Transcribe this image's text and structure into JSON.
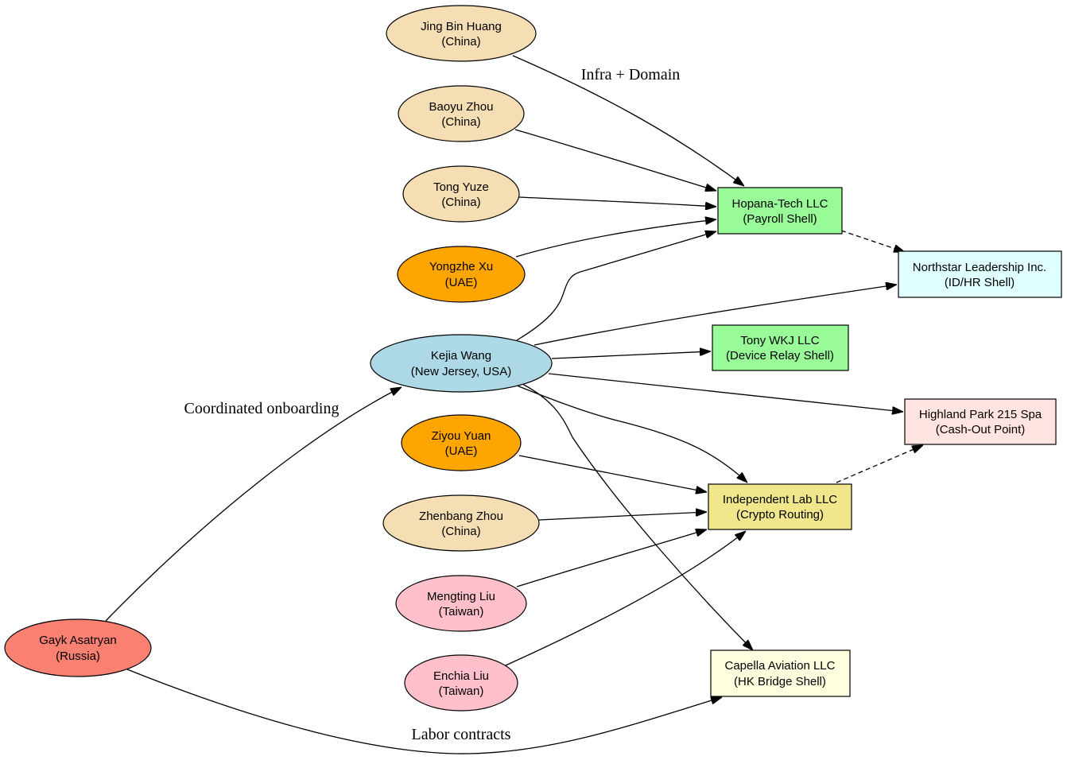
{
  "nodes": {
    "jing": {
      "line1": "Jing Bin Huang",
      "line2": "(China)",
      "fill": "#f5deb3"
    },
    "baoyu": {
      "line1": "Baoyu Zhou",
      "line2": "(China)",
      "fill": "#f5deb3"
    },
    "tong": {
      "line1": "Tong Yuze",
      "line2": "(China)",
      "fill": "#f5deb3"
    },
    "yongzhe": {
      "line1": "Yongzhe Xu",
      "line2": "(UAE)",
      "fill": "#ffa500"
    },
    "kejia": {
      "line1": "Kejia Wang",
      "line2": "(New Jersey, USA)",
      "fill": "#add8e6"
    },
    "ziyou": {
      "line1": "Ziyou Yuan",
      "line2": "(UAE)",
      "fill": "#ffa500"
    },
    "zhenbang": {
      "line1": "Zhenbang Zhou",
      "line2": "(China)",
      "fill": "#f5deb3"
    },
    "mengting": {
      "line1": "Mengting Liu",
      "line2": "(Taiwan)",
      "fill": "#ffc0cb"
    },
    "enchia": {
      "line1": "Enchia Liu",
      "line2": "(Taiwan)",
      "fill": "#ffc0cb"
    },
    "gayk": {
      "line1": "Gayk Asatryan",
      "line2": "(Russia)",
      "fill": "#fa8072"
    },
    "hopana": {
      "line1": "Hopana-Tech LLC",
      "line2": "(Payroll Shell)",
      "fill": "#98fb98"
    },
    "northstar": {
      "line1": "Northstar Leadership Inc.",
      "line2": "(ID/HR Shell)",
      "fill": "#e0ffff"
    },
    "tonywkj": {
      "line1": "Tony WKJ LLC",
      "line2": "(Device Relay Shell)",
      "fill": "#98fb98"
    },
    "highland": {
      "line1": "Highland Park 215 Spa",
      "line2": "(Cash-Out Point)",
      "fill": "#ffe4e1"
    },
    "indlab": {
      "line1": "Independent Lab LLC",
      "line2": "(Crypto Routing)",
      "fill": "#f0e68c"
    },
    "capella": {
      "line1": "Capella Aviation LLC",
      "line2": "(HK Bridge Shell)",
      "fill": "#ffffe0"
    }
  },
  "edges": [
    {
      "id": "jing-hopana",
      "from": "jing",
      "to": "hopana",
      "style": "solid",
      "label": "Infra + Domain"
    },
    {
      "id": "baoyu-hopana",
      "from": "baoyu",
      "to": "hopana",
      "style": "solid",
      "label": ""
    },
    {
      "id": "tong-hopana",
      "from": "tong",
      "to": "hopana",
      "style": "solid",
      "label": ""
    },
    {
      "id": "yongzhe-hopana",
      "from": "yongzhe",
      "to": "hopana",
      "style": "solid",
      "label": ""
    },
    {
      "id": "kejia-hopana",
      "from": "kejia",
      "to": "hopana",
      "style": "solid",
      "label": ""
    },
    {
      "id": "kejia-northstar",
      "from": "kejia",
      "to": "northstar",
      "style": "solid",
      "label": ""
    },
    {
      "id": "kejia-tonywkj",
      "from": "kejia",
      "to": "tonywkj",
      "style": "solid",
      "label": ""
    },
    {
      "id": "kejia-highland",
      "from": "kejia",
      "to": "highland",
      "style": "solid",
      "label": ""
    },
    {
      "id": "kejia-indlab",
      "from": "kejia",
      "to": "indlab",
      "style": "solid",
      "label": ""
    },
    {
      "id": "kejia-capella",
      "from": "kejia",
      "to": "capella",
      "style": "solid",
      "label": ""
    },
    {
      "id": "hopana-northstar",
      "from": "hopana",
      "to": "northstar",
      "style": "dashed",
      "label": ""
    },
    {
      "id": "indlab-highland",
      "from": "indlab",
      "to": "highland",
      "style": "dashed",
      "label": ""
    },
    {
      "id": "ziyou-indlab",
      "from": "ziyou",
      "to": "indlab",
      "style": "solid",
      "label": ""
    },
    {
      "id": "zhenbang-indlab",
      "from": "zhenbang",
      "to": "indlab",
      "style": "solid",
      "label": ""
    },
    {
      "id": "mengting-indlab",
      "from": "mengting",
      "to": "indlab",
      "style": "solid",
      "label": ""
    },
    {
      "id": "enchia-indlab",
      "from": "enchia",
      "to": "indlab",
      "style": "solid",
      "label": ""
    },
    {
      "id": "gayk-kejia",
      "from": "gayk",
      "to": "kejia",
      "style": "solid",
      "label": "Coordinated onboarding"
    },
    {
      "id": "gayk-capella",
      "from": "gayk",
      "to": "capella",
      "style": "solid",
      "label": "Labor contracts"
    }
  ]
}
